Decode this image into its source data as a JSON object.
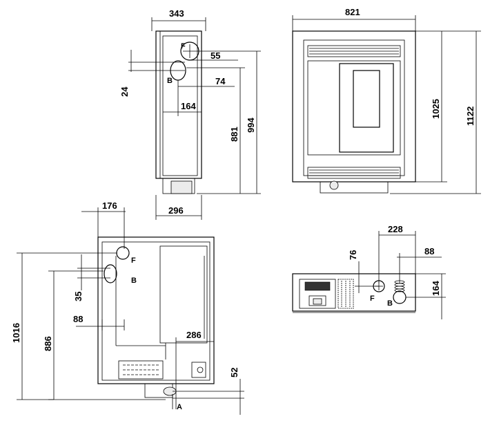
{
  "side_view": {
    "dims": {
      "width_top": "343",
      "width_bottom": "296",
      "d55": "55",
      "d74": "74",
      "d24": "24",
      "d164": "164",
      "d881": "881",
      "d994": "994"
    },
    "labels": {
      "flue": "F",
      "air": "B"
    }
  },
  "front_view": {
    "dims": {
      "width": "821",
      "h1025": "1025",
      "h1122": "1122"
    }
  },
  "back_view": {
    "dims": {
      "d176": "176",
      "d35": "35",
      "d88": "88",
      "d286": "286",
      "d52": "52",
      "h886": "886",
      "h1016": "1016"
    },
    "labels": {
      "flue": "F",
      "air": "B",
      "outlet": "A"
    }
  },
  "top_view": {
    "dims": {
      "d228": "228",
      "d88": "88",
      "d76": "76",
      "d164": "164"
    },
    "labels": {
      "flue": "F",
      "air": "B"
    }
  }
}
